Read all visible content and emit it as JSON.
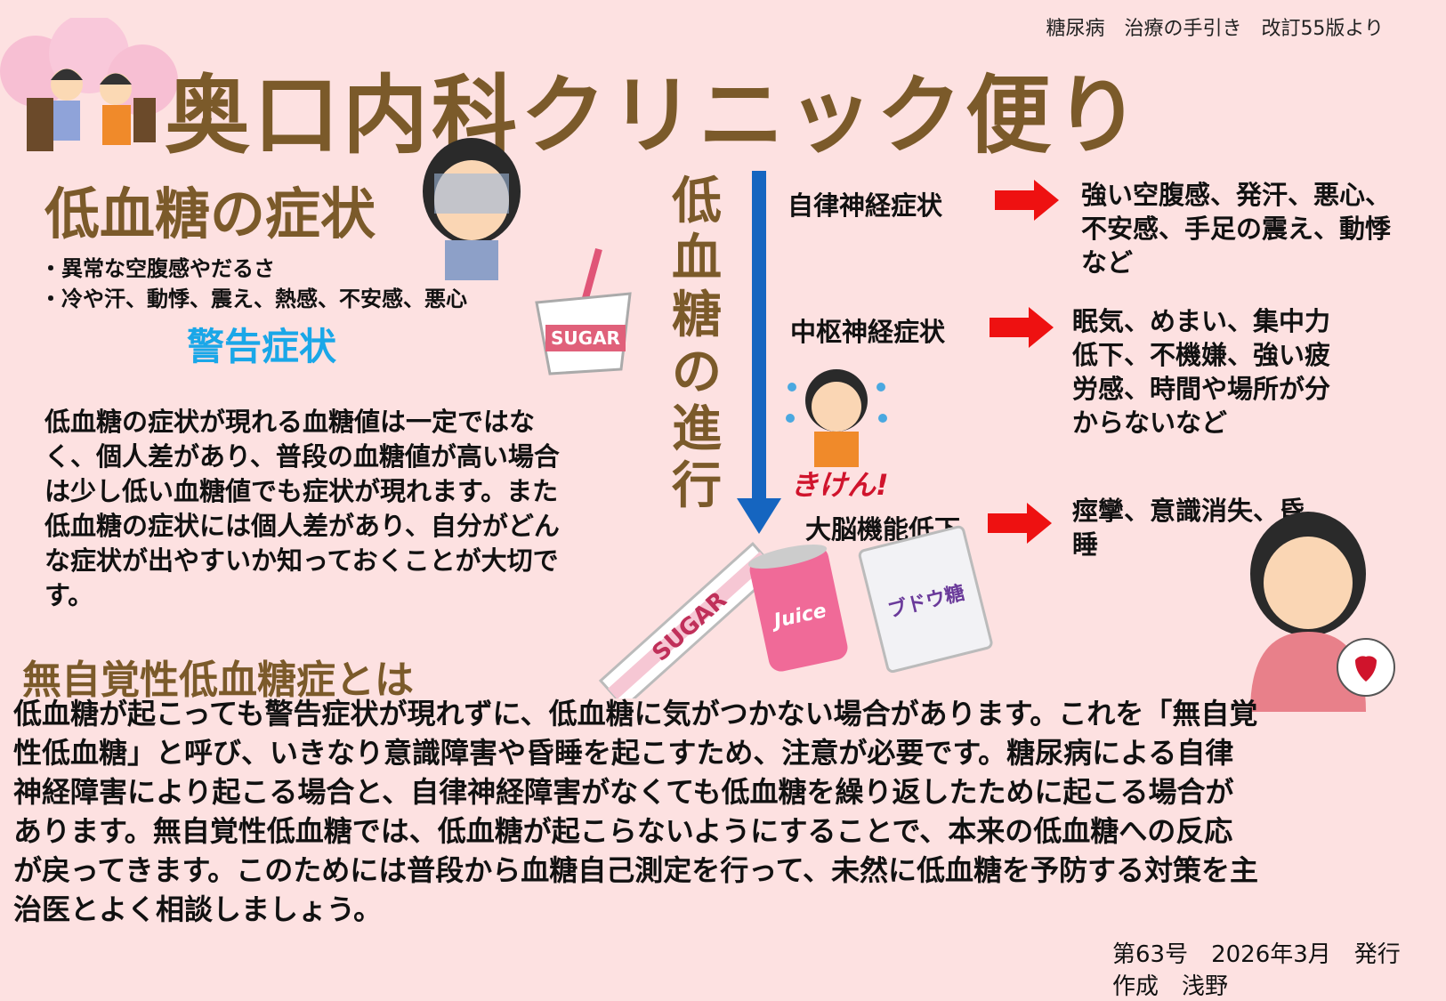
{
  "source": "糖尿病　治療の手引き　改訂55版より",
  "title": "奥口内科クリニック便り",
  "symptoms": {
    "heading": "低血糖の症状",
    "bullets": [
      "・異常な空腹感やだるさ",
      "・冷や汗、動悸、震え、熱感、不安感、悪心"
    ],
    "warning_label": "警告症状",
    "paragraph": "低血糖の症状が現れる血糖値は一定ではなく、個人差があり、普段の血糖値が高い場合は少し低い血糖値でも症状が現れます。また低血糖の症状には個人差があり、自分がどんな症状が出やすいか知っておくことが大切です。"
  },
  "progression": {
    "heading": "低血糖の進行",
    "stages": [
      {
        "label": "自律神経症状",
        "result": "強い空腹感、発汗、悪心、不安感、手足の震え、動悸など"
      },
      {
        "label": "中枢神経症状",
        "result": "眠気、めまい、集中力低下、不機嫌、強い疲労感、時間や場所が分からないなど"
      },
      {
        "label": "大脳機能低下",
        "result": "痙攣、意識消失、昏睡"
      }
    ],
    "danger_label": "きけん!",
    "colors": {
      "arrow_down": "#1565c0",
      "arrow_right": "#ee1111"
    }
  },
  "illustrations": {
    "sugar_cup": "SUGAR",
    "sugar_stick": "SUGAR",
    "juice_can": "Juice",
    "glucose_bag": "ブドウ糖"
  },
  "unaware": {
    "heading": "無自覚性低血糖症とは",
    "paragraph": "低血糖が起こっても警告症状が現れずに、低血糖に気がつかない場合があります。これを「無自覚性低血糖」と呼び、いきなり意識障害や昏睡を起こすため、注意が必要です。糖尿病による自律神経障害により起こる場合と、自律神経障害がなくても低血糖を繰り返したために起こる場合があります。無自覚性低血糖では、低血糖が起こらないようにすることで、本来の低血糖への反応が戻ってきます。このためには普段から血糖自己測定を行って、未然に低血糖を予防する対策を主治医とよく相談しましょう。"
  },
  "footer": {
    "issue": "第63号　2026年3月　発行",
    "author": "作成　浅野"
  }
}
